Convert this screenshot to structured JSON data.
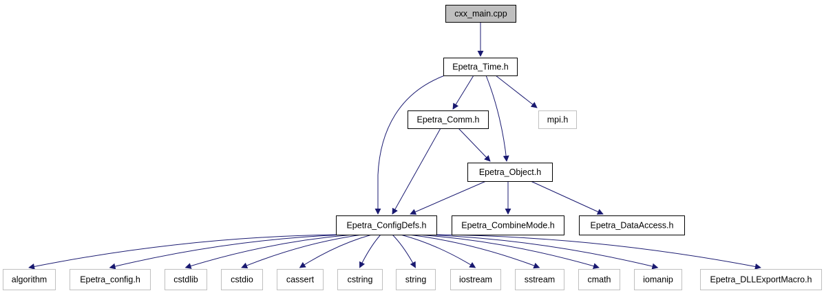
{
  "colors": {
    "edge": "#191970",
    "root_fill": "#bfbfbf",
    "project_border": "#000000",
    "external_border": "#bfbfbf",
    "text": "#000000"
  },
  "nodes": [
    {
      "id": "cxx_main",
      "label": "cxx_main.cpp",
      "style": "root"
    },
    {
      "id": "epetra_time",
      "label": "Epetra_Time.h",
      "style": "project"
    },
    {
      "id": "epetra_comm",
      "label": "Epetra_Comm.h",
      "style": "project"
    },
    {
      "id": "mpi",
      "label": "mpi.h",
      "style": "external"
    },
    {
      "id": "epetra_object",
      "label": "Epetra_Object.h",
      "style": "project"
    },
    {
      "id": "epetra_configdefs",
      "label": "Epetra_ConfigDefs.h",
      "style": "project"
    },
    {
      "id": "epetra_combinemode",
      "label": "Epetra_CombineMode.h",
      "style": "project"
    },
    {
      "id": "epetra_dataaccess",
      "label": "Epetra_DataAccess.h",
      "style": "project"
    },
    {
      "id": "algorithm",
      "label": "algorithm",
      "style": "external"
    },
    {
      "id": "epetra_config",
      "label": "Epetra_config.h",
      "style": "external"
    },
    {
      "id": "cstdlib",
      "label": "cstdlib",
      "style": "external"
    },
    {
      "id": "cstdio",
      "label": "cstdio",
      "style": "external"
    },
    {
      "id": "cassert",
      "label": "cassert",
      "style": "external"
    },
    {
      "id": "cstring",
      "label": "cstring",
      "style": "external"
    },
    {
      "id": "string",
      "label": "string",
      "style": "external"
    },
    {
      "id": "iostream",
      "label": "iostream",
      "style": "external"
    },
    {
      "id": "sstream",
      "label": "sstream",
      "style": "external"
    },
    {
      "id": "cmath",
      "label": "cmath",
      "style": "external"
    },
    {
      "id": "iomanip",
      "label": "iomanip",
      "style": "external"
    },
    {
      "id": "epetra_dllexportmacro",
      "label": "Epetra_DLLExportMacro.h",
      "style": "external"
    }
  ],
  "edges": [
    {
      "from": "cxx_main",
      "to": "epetra_time"
    },
    {
      "from": "epetra_time",
      "to": "epetra_comm"
    },
    {
      "from": "epetra_time",
      "to": "mpi"
    },
    {
      "from": "epetra_time",
      "to": "epetra_object"
    },
    {
      "from": "epetra_time",
      "to": "epetra_configdefs"
    },
    {
      "from": "epetra_comm",
      "to": "epetra_object"
    },
    {
      "from": "epetra_comm",
      "to": "epetra_configdefs"
    },
    {
      "from": "epetra_object",
      "to": "epetra_configdefs"
    },
    {
      "from": "epetra_object",
      "to": "epetra_combinemode"
    },
    {
      "from": "epetra_object",
      "to": "epetra_dataaccess"
    },
    {
      "from": "epetra_configdefs",
      "to": "algorithm"
    },
    {
      "from": "epetra_configdefs",
      "to": "epetra_config"
    },
    {
      "from": "epetra_configdefs",
      "to": "cstdlib"
    },
    {
      "from": "epetra_configdefs",
      "to": "cstdio"
    },
    {
      "from": "epetra_configdefs",
      "to": "cassert"
    },
    {
      "from": "epetra_configdefs",
      "to": "cstring"
    },
    {
      "from": "epetra_configdefs",
      "to": "string"
    },
    {
      "from": "epetra_configdefs",
      "to": "iostream"
    },
    {
      "from": "epetra_configdefs",
      "to": "sstream"
    },
    {
      "from": "epetra_configdefs",
      "to": "cmath"
    },
    {
      "from": "epetra_configdefs",
      "to": "iomanip"
    },
    {
      "from": "epetra_configdefs",
      "to": "epetra_dllexportmacro"
    }
  ]
}
